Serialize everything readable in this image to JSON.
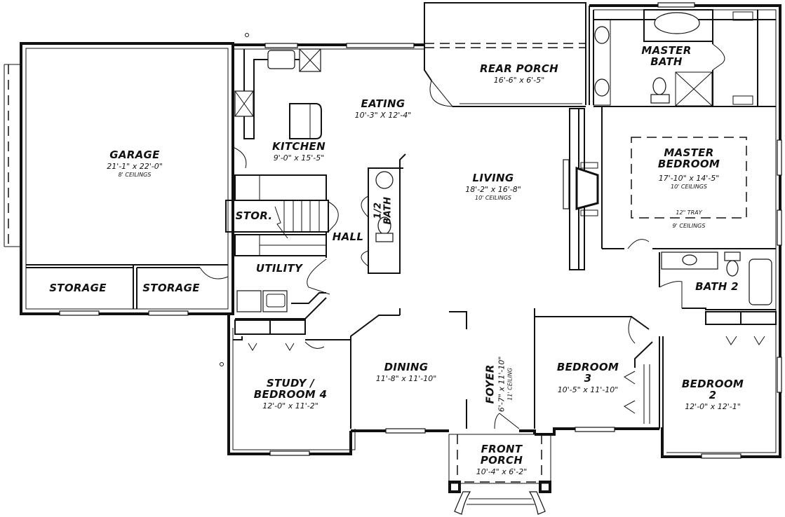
{
  "plan": {
    "rooms": {
      "garage": {
        "name": "GARAGE",
        "dims": "21'-1\" x 22'-0\"",
        "ceiling": "8' CEILINGS"
      },
      "kitchen": {
        "name": "KITCHEN",
        "dims": "9'-0\" x 15'-5\""
      },
      "eating": {
        "name": "EATING",
        "dims": "10'-3\" X 12'-4\""
      },
      "rear_porch": {
        "name": "REAR PORCH",
        "dims": "16'-6\" x 6'-5\""
      },
      "master_bath": {
        "name_line1": "MASTER",
        "name_line2": "BATH"
      },
      "master_bedroom": {
        "name_line1": "MASTER",
        "name_line2": "BEDROOM",
        "dims": "17'-10\" x 14'-5\"",
        "ceiling": "10' CEILINGS",
        "tray": "12\" TRAY",
        "outer_ceiling": "9' CEILINGS"
      },
      "living": {
        "name": "LIVING",
        "dims": "18'-2\" x 16'-8\"",
        "ceiling": "10' CEILINGS"
      },
      "half_bath": {
        "name_line1": "1/2",
        "name_line2": "BATH"
      },
      "stor": {
        "name": "STOR."
      },
      "hall": {
        "name": "HALL"
      },
      "utility": {
        "name": "UTILITY"
      },
      "storage_left": {
        "name": "STORAGE"
      },
      "storage_right": {
        "name": "STORAGE"
      },
      "bath2": {
        "name": "BATH 2"
      },
      "study": {
        "name_line1": "STUDY /",
        "name_line2": "BEDROOM 4",
        "dims": "12'-0\" x 11'-2\""
      },
      "dining": {
        "name": "DINING",
        "dims": "11'-8\" x 11'-10\""
      },
      "foyer": {
        "name": "FOYER",
        "dims": "6'-7\" x 11'-10\"",
        "ceiling": "11' CEILING"
      },
      "bedroom3": {
        "name_line1": "BEDROOM",
        "name_line2": "3",
        "dims": "10'-5\" x 11'-10\""
      },
      "bedroom2": {
        "name_line1": "BEDROOM",
        "name_line2": "2",
        "dims": "12'-0\" x 12'-1\""
      },
      "front_porch": {
        "name_line1": "FRONT",
        "name_line2": "PORCH",
        "dims": "10'-4\" x 6'-2\""
      }
    },
    "colors": {
      "line": "#111111",
      "background": "#ffffff"
    }
  }
}
